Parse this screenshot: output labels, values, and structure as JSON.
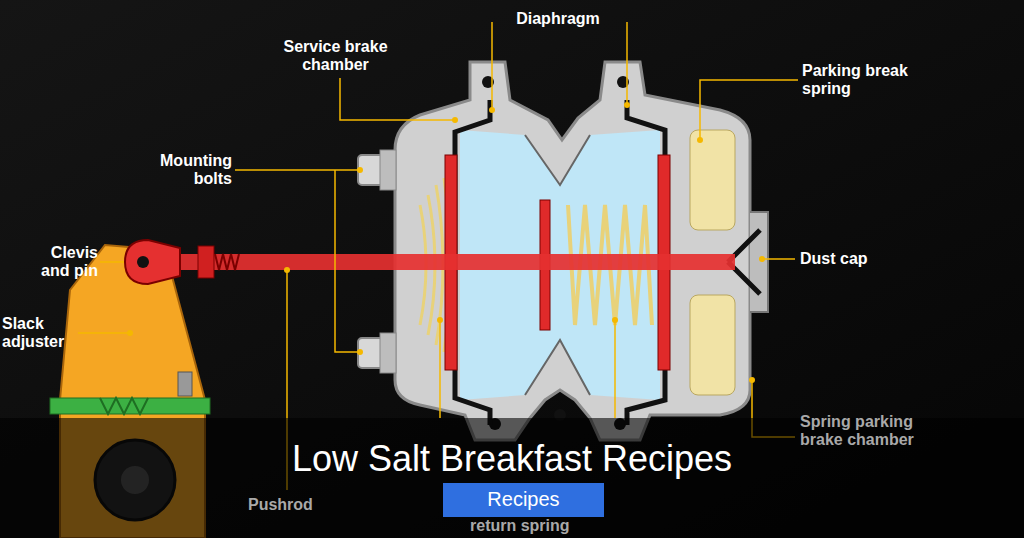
{
  "diagram": {
    "nodes": [
      {
        "text": [
          "Low Salt Breakfast Recipes"
        ]
      },
      {
        "text": [
          "Recipes"
        ],
        "in": 0
      }
    ],
    "labels": [
      "Diaphragm",
      "Service brake chamber",
      "Parking break spring",
      "Mounting bolts",
      "Clevis and pin",
      "Dust cap",
      "Slack adjuster",
      "Spring parking brake chamber",
      "Pushrod",
      "return spring"
    ]
  }
}
